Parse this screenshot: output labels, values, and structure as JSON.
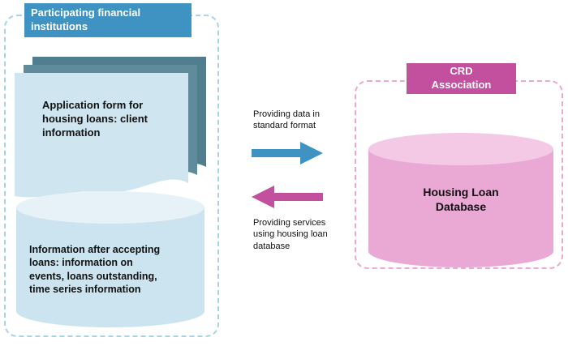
{
  "left_panel": {
    "header": "Participating financial\ninstitutions",
    "document_label": "Application form for\nhousing loans: client\ninformation",
    "cylinder_label": "Information after accepting\nloans: information on\nevents, loans outstanding,\ntime series information"
  },
  "middle": {
    "right_arrow_label": "Providing data in\nstandard format",
    "left_arrow_label": "Providing services\nusing housing loan\ndatabase"
  },
  "right_panel": {
    "header": "CRD\nAssociation",
    "cylinder_label": "Housing Loan\nDatabase"
  },
  "colors": {
    "blue": "#3E93C2",
    "pink": "#C2509E",
    "dashed_blue": "#A6D3E6",
    "dashed_pink": "#ECA8D0",
    "doc_front": "#CFE5F0",
    "doc_back1": "#5F8B9B",
    "doc_back2": "#517E8E",
    "cyl_blue_body": "#CCE4EF",
    "cyl_blue_top": "#E6F2F8",
    "cyl_pink_body": "#EAA8D4",
    "cyl_pink_top": "#F4C9E5"
  }
}
